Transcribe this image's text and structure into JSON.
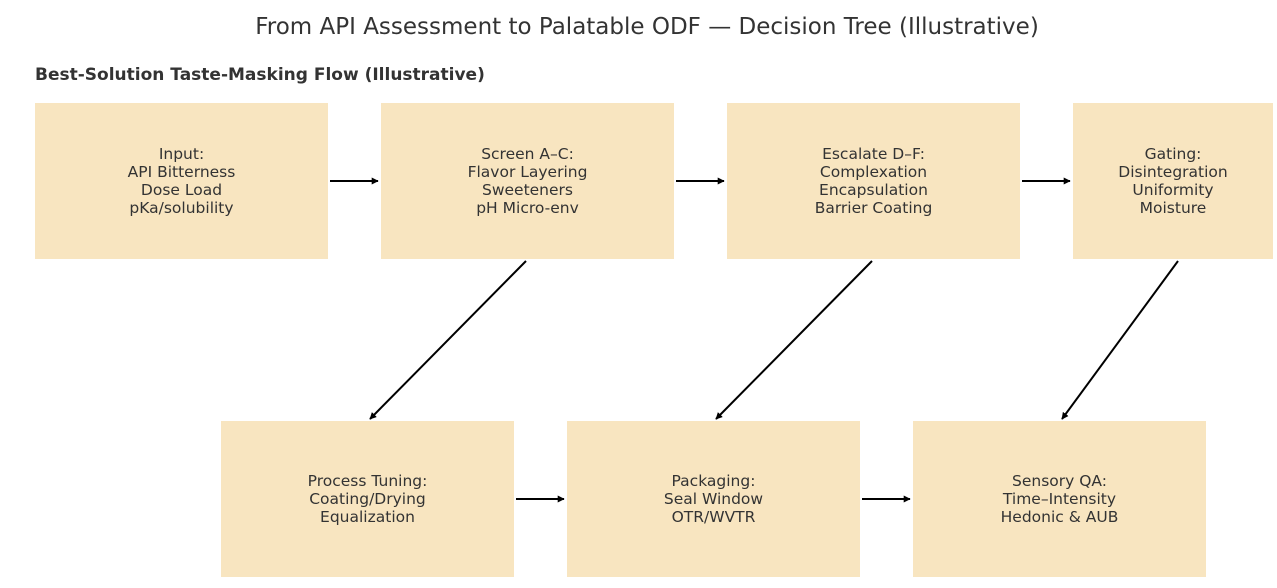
{
  "title": "From API Assessment to Palatable ODF — Decision Tree (Illustrative)",
  "flow_title": "Best-Solution Taste-Masking Flow (Illustrative)",
  "colors": {
    "box_fill": "#f8e5c0",
    "text": "#333333",
    "arrow": "#000000"
  },
  "nodes": [
    {
      "id": "input",
      "lines": [
        "Input:",
        "API Bitterness",
        "Dose Load",
        "pKa/solubility"
      ]
    },
    {
      "id": "screen",
      "lines": [
        "Screen A–C:",
        "Flavor Layering",
        "Sweeteners",
        "pH Micro-env"
      ]
    },
    {
      "id": "escalate",
      "lines": [
        "Escalate D–F:",
        "Complexation",
        "Encapsulation",
        "Barrier Coating"
      ]
    },
    {
      "id": "gating",
      "lines": [
        "Gating:",
        "Disintegration",
        "Uniformity",
        "Moisture"
      ]
    },
    {
      "id": "process",
      "lines": [
        "Process Tuning:",
        "Coating/Drying",
        "Equalization"
      ]
    },
    {
      "id": "packaging",
      "lines": [
        "Packaging:",
        "Seal Window",
        "OTR/WVTR"
      ]
    },
    {
      "id": "sensory",
      "lines": [
        "Sensory QA:",
        "Time–Intensity",
        "Hedonic & AUB"
      ]
    }
  ],
  "edges": [
    {
      "from": "input",
      "to": "screen"
    },
    {
      "from": "screen",
      "to": "escalate"
    },
    {
      "from": "escalate",
      "to": "gating"
    },
    {
      "from": "screen",
      "to": "process"
    },
    {
      "from": "escalate",
      "to": "packaging"
    },
    {
      "from": "gating",
      "to": "sensory"
    },
    {
      "from": "process",
      "to": "packaging"
    },
    {
      "from": "packaging",
      "to": "sensory"
    }
  ]
}
